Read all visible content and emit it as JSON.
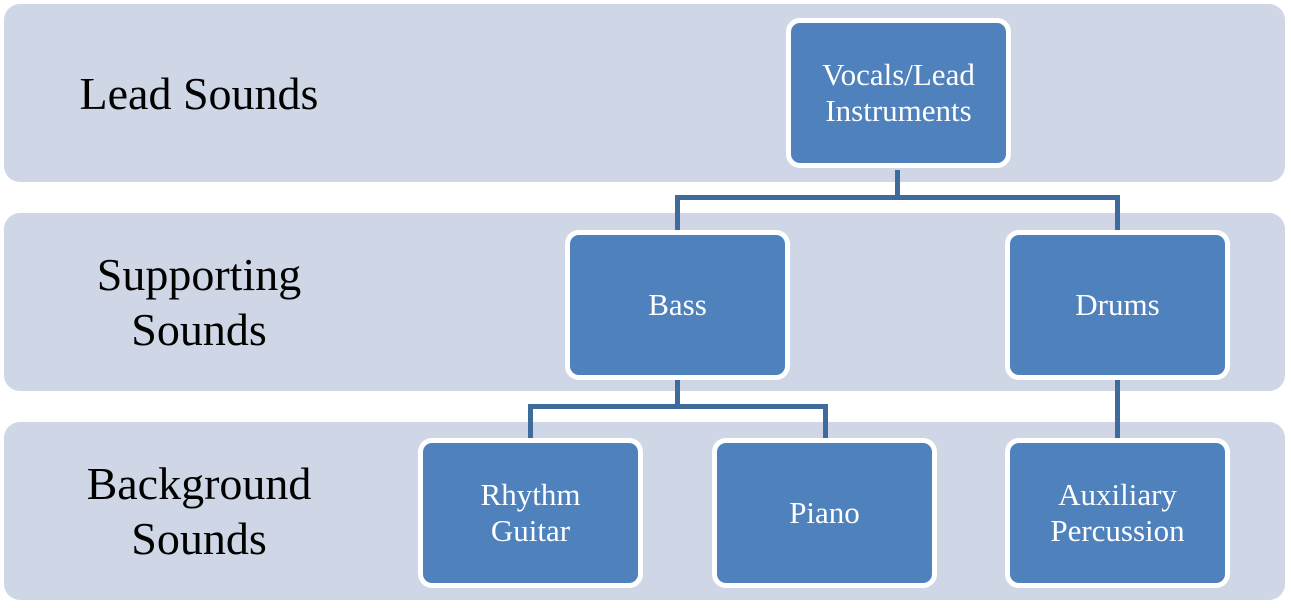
{
  "diagram": {
    "type": "hierarchy",
    "colors": {
      "band": "#CFD7E6",
      "node": "#4F81BD",
      "node_text": "#FFFFFF",
      "connector": "#3F6A9C"
    },
    "levels": [
      {
        "label": "Lead Sounds"
      },
      {
        "label": "Supporting Sounds"
      },
      {
        "label": "Background Sounds"
      }
    ],
    "nodes": {
      "vocals": "Vocals/Lead Instruments",
      "bass": "Bass",
      "drums": "Drums",
      "rhythm_guitar": "Rhythm Guitar",
      "piano": "Piano",
      "auxiliary_percussion": "Auxiliary Percussion"
    },
    "edges": [
      [
        "Vocals/Lead Instruments",
        "Bass"
      ],
      [
        "Vocals/Lead Instruments",
        "Drums"
      ],
      [
        "Bass",
        "Rhythm Guitar"
      ],
      [
        "Bass",
        "Piano"
      ],
      [
        "Drums",
        "Auxiliary Percussion"
      ]
    ]
  }
}
